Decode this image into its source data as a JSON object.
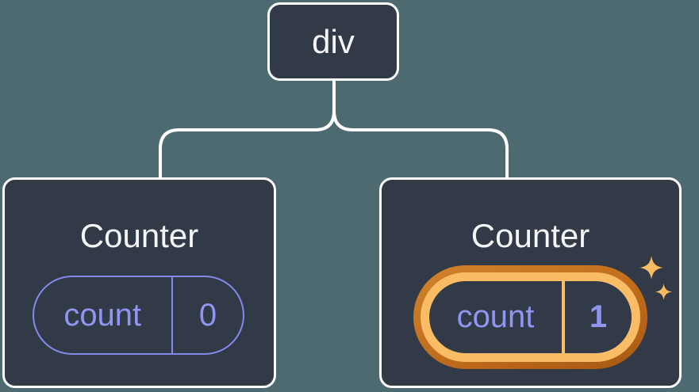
{
  "diagram": {
    "root": {
      "label": "div"
    },
    "children": [
      {
        "title": "Counter",
        "state": {
          "key": "count",
          "value": "0"
        },
        "highlighted": false
      },
      {
        "title": "Counter",
        "state": {
          "key": "count",
          "value": "1"
        },
        "highlighted": true
      }
    ],
    "icons": {
      "sparkles": "four-point-star-sparkles"
    },
    "colors": {
      "background": "#4D6A71",
      "card_fill": "#333A47",
      "card_border": "#FFFFFF",
      "text_primary": "#F5F6F8",
      "state_border_purple": "#8489EC",
      "state_text_purple": "#9095F2",
      "highlight_orange_dark": "#A85813",
      "highlight_orange_mid": "#D0832A",
      "highlight_orange_light": "#FABD66",
      "sparkle_orange": "#F9BC62",
      "connector": "#FFFFFF"
    }
  }
}
